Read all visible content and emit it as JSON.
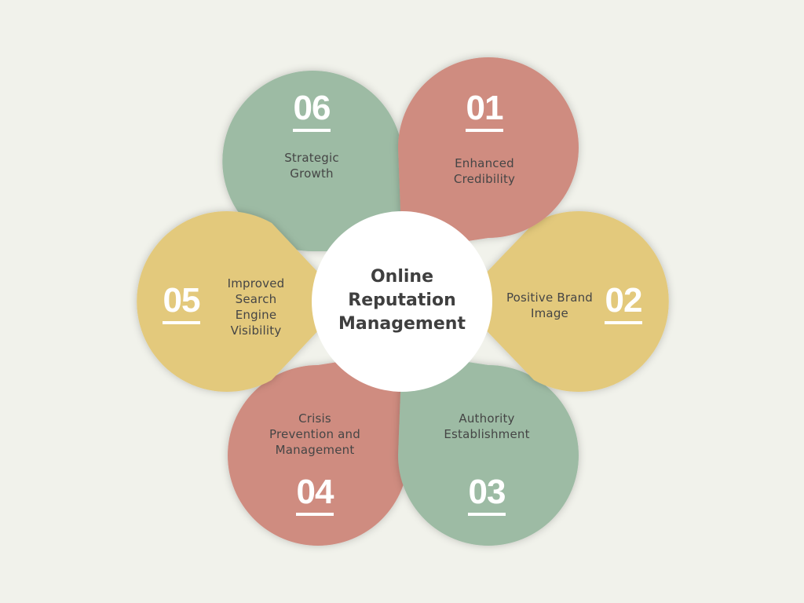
{
  "diagram": {
    "type": "flower-petal-infographic",
    "background_color": "#f1f2eb",
    "center": {
      "title": "Online\nReputation\nManagement",
      "fill": "#ffffff"
    },
    "petals": [
      {
        "number": "01",
        "label": "Enhanced\nCredibility",
        "color": "#cf8c80"
      },
      {
        "number": "02",
        "label": "Positive Brand\nImage",
        "color": "#e3c97c"
      },
      {
        "number": "03",
        "label": "Authority\nEstablishment",
        "color": "#9dbba4"
      },
      {
        "number": "04",
        "label": "Crisis\nPrevention and\nManagement",
        "color": "#cf8c80"
      },
      {
        "number": "05",
        "label": "Improved\nSearch\nEngine\nVisibility",
        "color": "#e3c97c"
      },
      {
        "number": "06",
        "label": "Strategic\nGrowth",
        "color": "#9dbba4"
      }
    ]
  }
}
